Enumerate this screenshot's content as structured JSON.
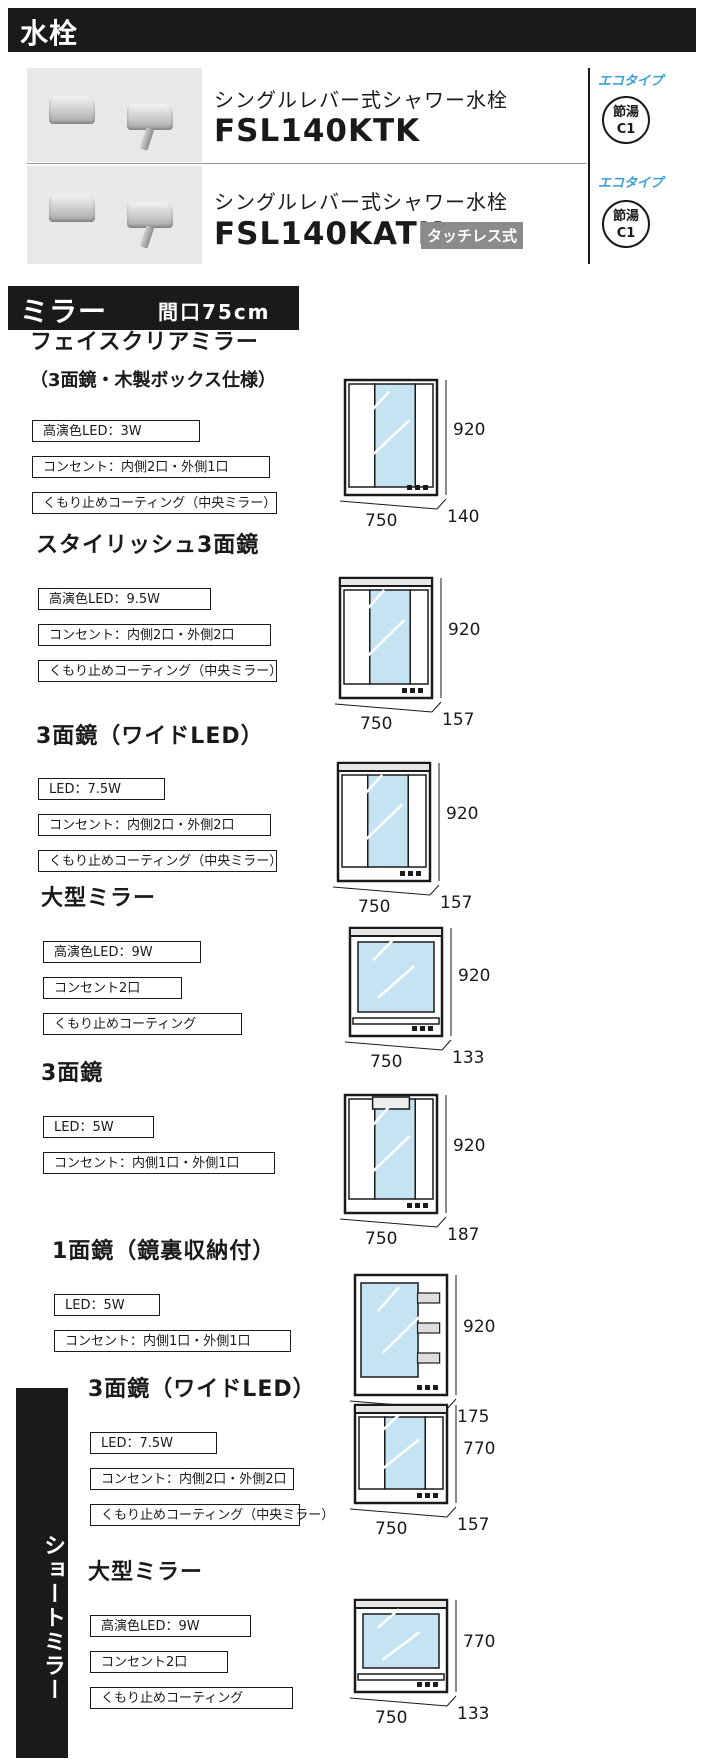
{
  "faucet_section": {
    "title": "水栓",
    "items": [
      {
        "name": "シングルレバー式シャワー水栓",
        "model": "FSL140KTK",
        "tag": "",
        "eco": "エコタイプ",
        "badge_line1": "節湯",
        "badge_line2": "C1"
      },
      {
        "name": "シングルレバー式シャワー水栓",
        "model": "FSL140KATK",
        "tag": "タッチレス式",
        "eco": "エコタイプ",
        "badge_line1": "節湯",
        "badge_line2": "C1"
      }
    ]
  },
  "mirror_section": {
    "title": "ミラー",
    "subtitle": "間口75cm",
    "short_mirror_label": "ショートミラー",
    "products": [
      {
        "title": "フェイスクリアミラー",
        "subtitle": "（3面鏡・木製ボックス仕様）",
        "specs": [
          "高演色LED：3W",
          "コンセント：内側2口・外側1口",
          "くもり止めコーティング（中央ミラー）"
        ],
        "width": "750",
        "height": "920",
        "depth": "140"
      },
      {
        "title": "スタイリッシュ3面鏡",
        "subtitle": "",
        "specs": [
          "高演色LED：9.5W",
          "コンセント：内側2口・外側2口",
          "くもり止めコーティング（中央ミラー）"
        ],
        "width": "750",
        "height": "920",
        "depth": "157"
      },
      {
        "title": "3面鏡（ワイドLED）",
        "subtitle": "",
        "specs": [
          "LED：7.5W",
          "コンセント：内側2口・外側2口",
          "くもり止めコーティング（中央ミラー）"
        ],
        "width": "750",
        "height": "920",
        "depth": "157"
      },
      {
        "title": "大型ミラー",
        "subtitle": "",
        "specs": [
          "高演色LED：9W",
          "コンセント2口",
          "くもり止めコーティング"
        ],
        "width": "750",
        "height": "920",
        "depth": "133"
      },
      {
        "title": "3面鏡",
        "subtitle": "",
        "specs": [
          "LED：5W",
          "コンセント：内側1口・外側1口"
        ],
        "width": "750",
        "height": "920",
        "depth": "187"
      },
      {
        "title": "1面鏡（鏡裏収納付）",
        "subtitle": "",
        "specs": [
          "LED：5W",
          "コンセント：内側1口・外側1口"
        ],
        "width": "750",
        "height": "920",
        "depth": "175"
      },
      {
        "title": "3面鏡（ワイドLED）",
        "subtitle": "",
        "specs": [
          "LED：7.5W",
          "コンセント：内側2口・外側2口",
          "くもり止めコーティング（中央ミラー）"
        ],
        "width": "750",
        "height": "770",
        "depth": "157"
      },
      {
        "title": "大型ミラー",
        "subtitle": "",
        "specs": [
          "高演色LED：9W",
          "コンセント2口",
          "くもり止めコーティング"
        ],
        "width": "750",
        "height": "770",
        "depth": "133"
      }
    ]
  }
}
